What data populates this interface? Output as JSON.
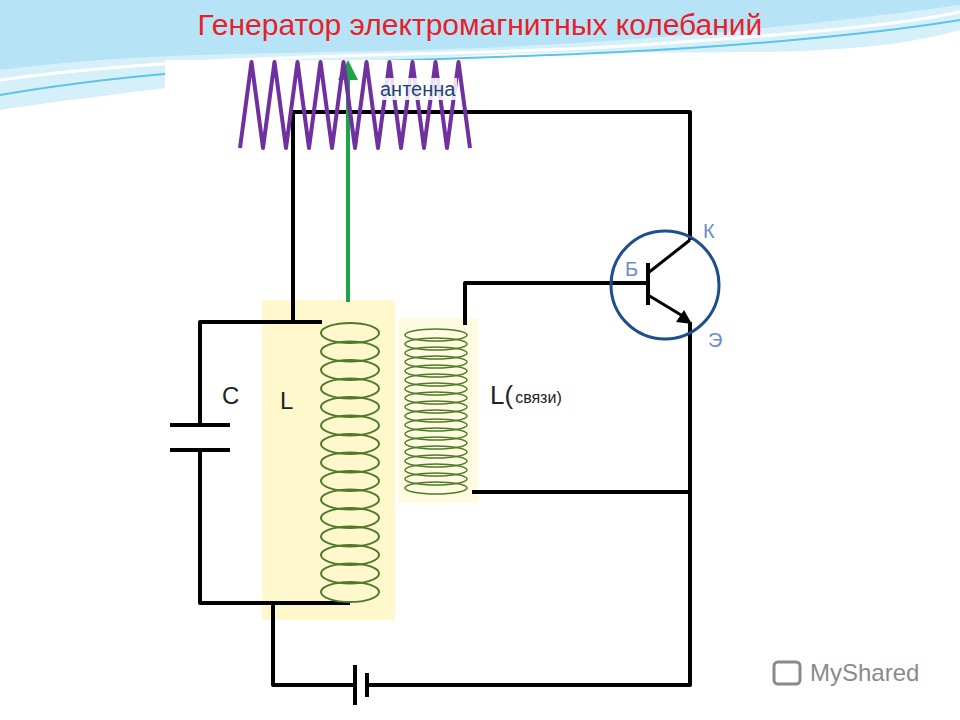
{
  "diagram": {
    "title": "Генератор электромагнитных колебаний",
    "labels": [
      "антенна",
      "К",
      "Б",
      "Э",
      "C",
      "L",
      "L(",
      "связи)",
      "MyShared"
    ]
  }
}
